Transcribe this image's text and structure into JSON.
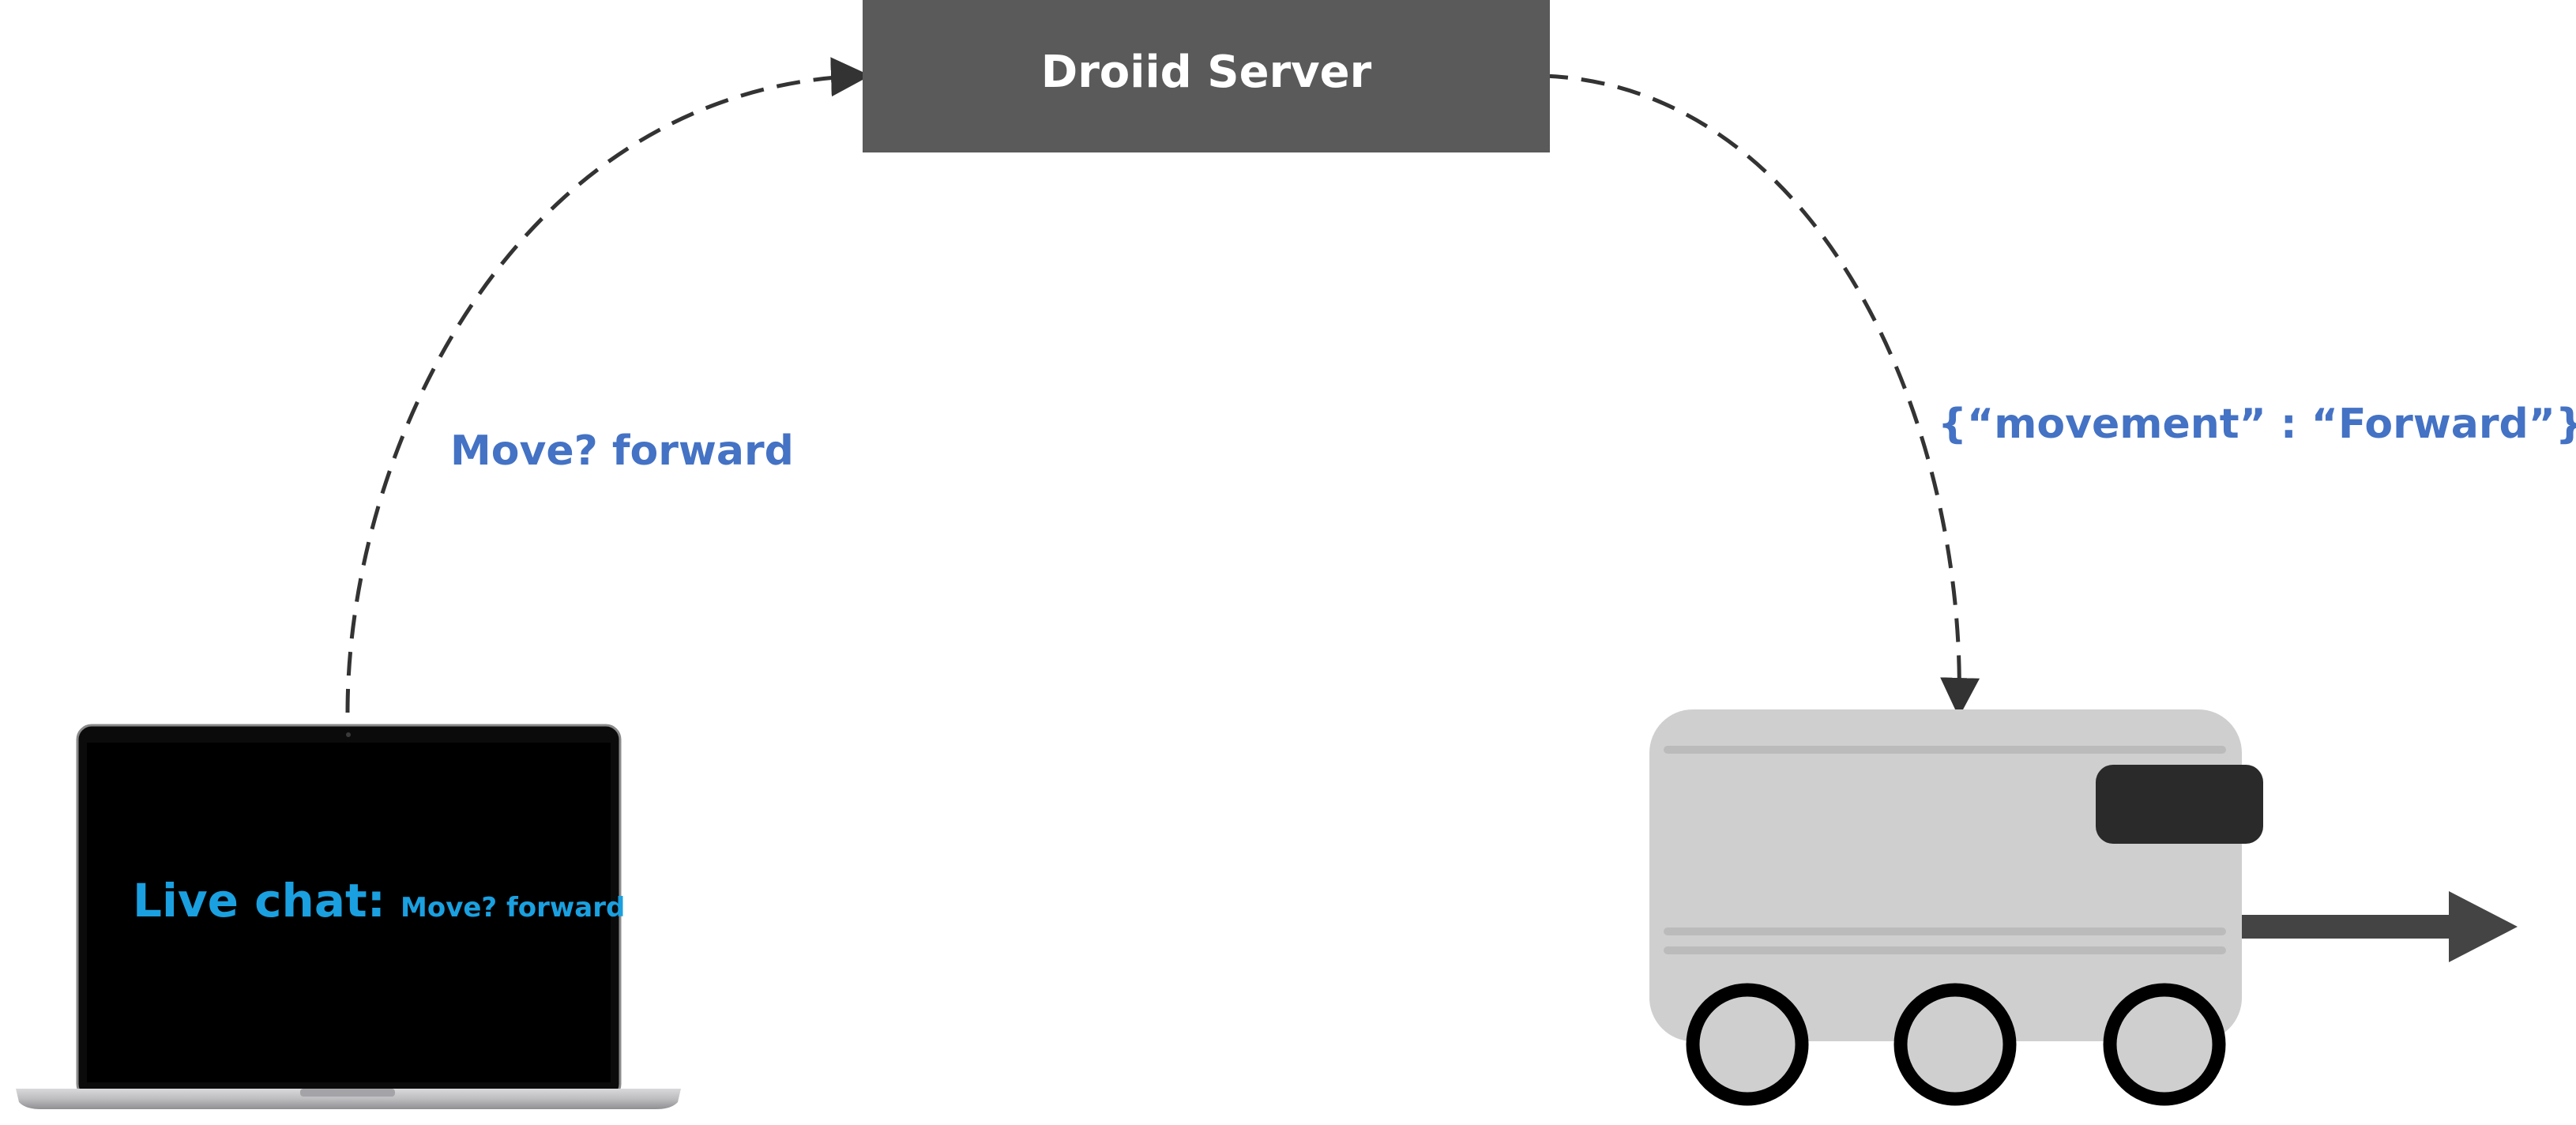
{
  "server": {
    "label": "Droiid Server"
  },
  "edges": {
    "laptop_to_server": "Move? forward",
    "server_to_robot": "{“movement” : “Forward”}"
  },
  "laptop": {
    "chat_label": "Live chat:",
    "chat_message": "Move? forward"
  },
  "colors": {
    "server_fill": "#5a5a5a",
    "edge_label": "#4472c4",
    "chat_text": "#1aa0e0",
    "robot_body": "#d0cfd0",
    "robot_visor": "#2a2a2a",
    "arrow": "#444444"
  }
}
